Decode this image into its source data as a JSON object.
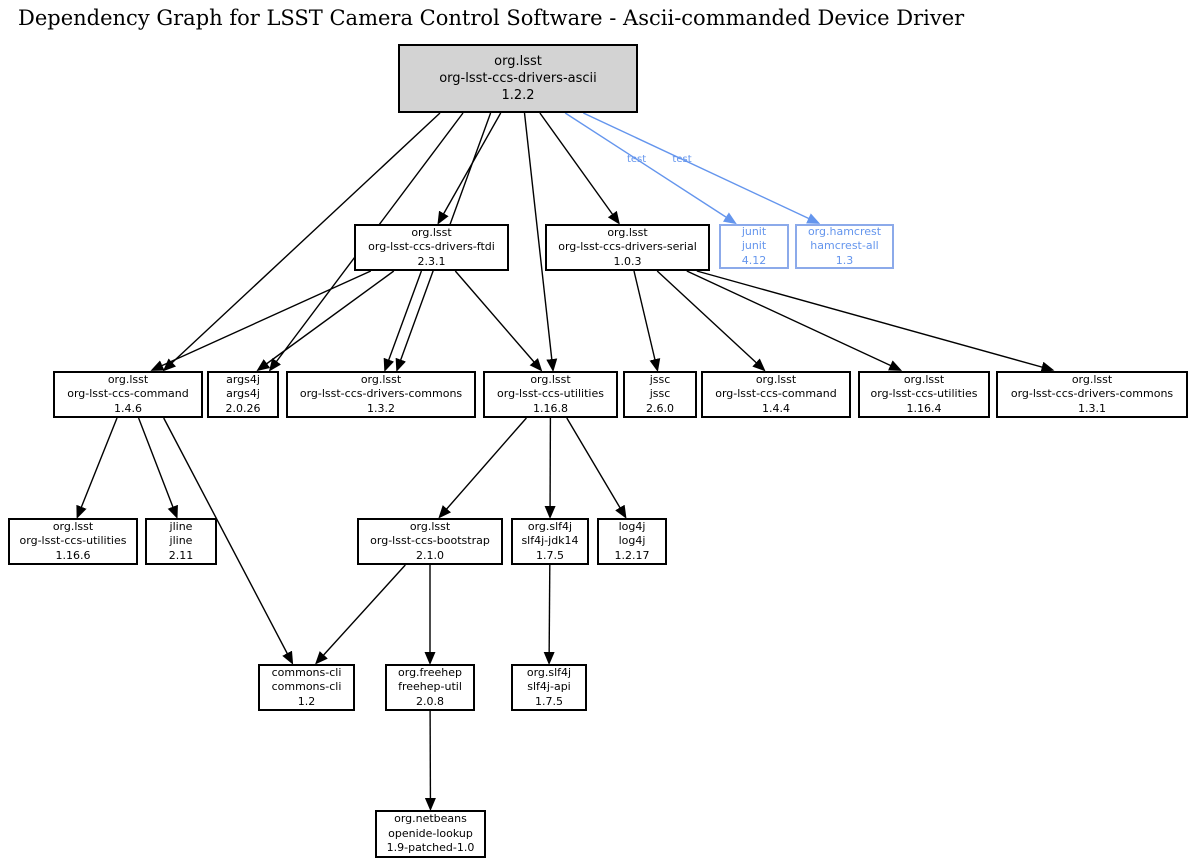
{
  "title": "Dependency Graph for LSST Camera Control Software - Ascii-commanded Device Driver",
  "colors": {
    "background": "#ffffff",
    "node_fill": "#ffffff",
    "node_border": "#000000",
    "root_fill": "#d3d3d3",
    "edge": "#000000",
    "test_accent": "#6495ED",
    "test_border": "#8caaea"
  },
  "nodes": [
    {
      "id": "root",
      "group": "org.lsst",
      "artifact": "org-lsst-ccs-drivers-ascii",
      "version": "1.2.2",
      "style": "root"
    },
    {
      "id": "ftdi",
      "group": "org.lsst",
      "artifact": "org-lsst-ccs-drivers-ftdi",
      "version": "2.3.1",
      "style": "normal"
    },
    {
      "id": "serial",
      "group": "org.lsst",
      "artifact": "org-lsst-ccs-drivers-serial",
      "version": "1.0.3",
      "style": "normal"
    },
    {
      "id": "junit",
      "group": "junit",
      "artifact": "junit",
      "version": "4.12",
      "style": "test"
    },
    {
      "id": "hamcrest",
      "group": "org.hamcrest",
      "artifact": "hamcrest-all",
      "version": "1.3",
      "style": "test"
    },
    {
      "id": "command146",
      "group": "org.lsst",
      "artifact": "org-lsst-ccs-command",
      "version": "1.4.6",
      "style": "normal"
    },
    {
      "id": "args4j",
      "group": "args4j",
      "artifact": "args4j",
      "version": "2.0.26",
      "style": "normal"
    },
    {
      "id": "dcommons132",
      "group": "org.lsst",
      "artifact": "org-lsst-ccs-drivers-commons",
      "version": "1.3.2",
      "style": "normal"
    },
    {
      "id": "utilities1168",
      "group": "org.lsst",
      "artifact": "org-lsst-ccs-utilities",
      "version": "1.16.8",
      "style": "normal"
    },
    {
      "id": "jssc",
      "group": "jssc",
      "artifact": "jssc",
      "version": "2.6.0",
      "style": "normal"
    },
    {
      "id": "command144",
      "group": "org.lsst",
      "artifact": "org-lsst-ccs-command",
      "version": "1.4.4",
      "style": "normal"
    },
    {
      "id": "utilities1164",
      "group": "org.lsst",
      "artifact": "org-lsst-ccs-utilities",
      "version": "1.16.4",
      "style": "normal"
    },
    {
      "id": "dcommons131",
      "group": "org.lsst",
      "artifact": "org-lsst-ccs-drivers-commons",
      "version": "1.3.1",
      "style": "normal"
    },
    {
      "id": "utilities1166",
      "group": "org.lsst",
      "artifact": "org-lsst-ccs-utilities",
      "version": "1.16.6",
      "style": "normal"
    },
    {
      "id": "jline",
      "group": "jline",
      "artifact": "jline",
      "version": "2.11",
      "style": "normal"
    },
    {
      "id": "bootstrap",
      "group": "org.lsst",
      "artifact": "org-lsst-ccs-bootstrap",
      "version": "2.1.0",
      "style": "normal"
    },
    {
      "id": "slf4jjdk14",
      "group": "org.slf4j",
      "artifact": "slf4j-jdk14",
      "version": "1.7.5",
      "style": "normal"
    },
    {
      "id": "log4j",
      "group": "log4j",
      "artifact": "log4j",
      "version": "1.2.17",
      "style": "normal"
    },
    {
      "id": "commonscli",
      "group": "commons-cli",
      "artifact": "commons-cli",
      "version": "1.2",
      "style": "normal"
    },
    {
      "id": "freehep",
      "group": "org.freehep",
      "artifact": "freehep-util",
      "version": "2.0.8",
      "style": "normal"
    },
    {
      "id": "slf4japi",
      "group": "org.slf4j",
      "artifact": "slf4j-api",
      "version": "1.7.5",
      "style": "normal"
    },
    {
      "id": "netbeans",
      "group": "org.netbeans",
      "artifact": "openide-lookup",
      "version": "1.9-patched-1.0",
      "style": "normal"
    }
  ],
  "edges": [
    {
      "from": "root",
      "to": "ftdi",
      "type": "compile"
    },
    {
      "from": "root",
      "to": "serial",
      "type": "compile"
    },
    {
      "from": "root",
      "to": "command146",
      "type": "compile"
    },
    {
      "from": "root",
      "to": "args4j",
      "type": "compile"
    },
    {
      "from": "root",
      "to": "dcommons132",
      "type": "compile"
    },
    {
      "from": "root",
      "to": "utilities1168",
      "type": "compile"
    },
    {
      "from": "root",
      "to": "junit",
      "type": "test",
      "label": "test"
    },
    {
      "from": "root",
      "to": "hamcrest",
      "type": "test",
      "label": "test"
    },
    {
      "from": "ftdi",
      "to": "command146",
      "type": "compile"
    },
    {
      "from": "ftdi",
      "to": "args4j",
      "type": "compile"
    },
    {
      "from": "ftdi",
      "to": "dcommons132",
      "type": "compile"
    },
    {
      "from": "ftdi",
      "to": "utilities1168",
      "type": "compile"
    },
    {
      "from": "serial",
      "to": "jssc",
      "type": "compile"
    },
    {
      "from": "serial",
      "to": "command144",
      "type": "compile"
    },
    {
      "from": "serial",
      "to": "utilities1164",
      "type": "compile"
    },
    {
      "from": "serial",
      "to": "dcommons131",
      "type": "compile"
    },
    {
      "from": "command146",
      "to": "utilities1166",
      "type": "compile"
    },
    {
      "from": "command146",
      "to": "jline",
      "type": "compile"
    },
    {
      "from": "command146",
      "to": "commonscli",
      "type": "compile"
    },
    {
      "from": "utilities1168",
      "to": "bootstrap",
      "type": "compile"
    },
    {
      "from": "utilities1168",
      "to": "slf4jjdk14",
      "type": "compile"
    },
    {
      "from": "utilities1168",
      "to": "log4j",
      "type": "compile"
    },
    {
      "from": "bootstrap",
      "to": "commonscli",
      "type": "compile"
    },
    {
      "from": "bootstrap",
      "to": "freehep",
      "type": "compile"
    },
    {
      "from": "slf4jjdk14",
      "to": "slf4japi",
      "type": "compile"
    },
    {
      "from": "freehep",
      "to": "netbeans",
      "type": "compile"
    }
  ]
}
